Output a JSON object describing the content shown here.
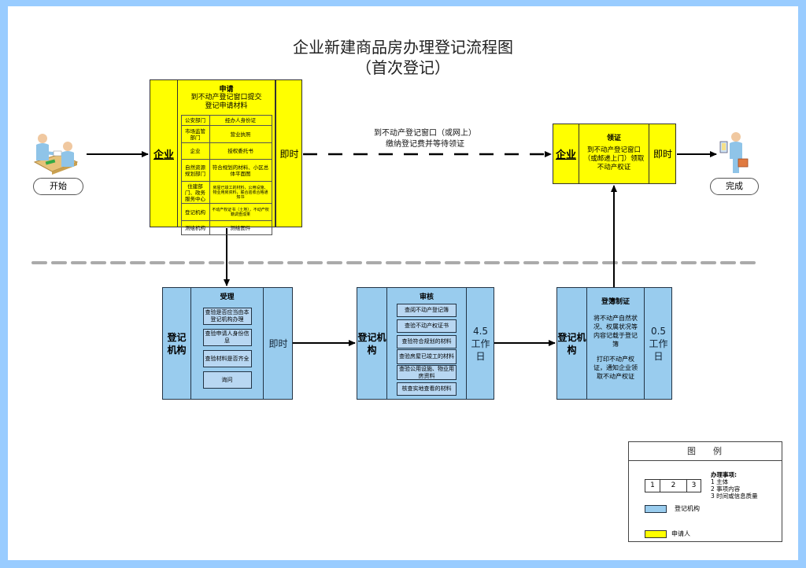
{
  "title": {
    "line1": "企业新建商品房办理登记流程图",
    "line2": "（首次登记）"
  },
  "start": {
    "label": "开始",
    "icon": "meeting-people-icon"
  },
  "finish": {
    "label": "完成",
    "icon": "person-with-briefcase-icon"
  },
  "apply_step": {
    "actor": "企业",
    "title": "申请",
    "desc_line1": "到不动产登记窗口提交",
    "desc_line2": "登记申请材料",
    "time": "即时",
    "materials": [
      {
        "source": "公安部门",
        "item": "经办人身份证"
      },
      {
        "source": "市场监管部门",
        "item": "营业执照"
      },
      {
        "source": "企业",
        "item": "授权委托书"
      },
      {
        "source": "自然资源规划部门",
        "item": "符合规划的材料、小区总体平面图"
      },
      {
        "source": "住建部门、政务服务中心",
        "item": "房屋已竣工的材料，公用设施、物业用房资料，联合验收合格通知书"
      },
      {
        "source": "登记机构",
        "item": "不动产权证书（土地），不动产权籍调查成果"
      },
      {
        "source": "测绘机构",
        "item": "测绘图件"
      }
    ]
  },
  "pay_note": {
    "line1": "到不动产登记窗口（或网上）",
    "line2": "缴纳登记费并等待领证"
  },
  "collect_step": {
    "actor": "企业",
    "title": "领证",
    "desc": "到不动产登记窗口（或邮递上门）领取不动产权证",
    "time": "即时"
  },
  "accept_step": {
    "actor": "登记机构",
    "title": "受理",
    "time": "即时",
    "tasks": [
      "查验是否应当由本登记机构办理",
      "查验申请人身份信息",
      "查验材料是否齐全",
      "询问"
    ]
  },
  "review_step": {
    "actor": "登记机构",
    "title": "审核",
    "time": "4.5工作日",
    "tasks": [
      "查阅不动产登记簿",
      "查验不动产权证书",
      "查验符合规划的材料",
      "查验房屋已竣工的材料",
      "查验公用设施、物业用房资料",
      "核查实地查看的材料"
    ]
  },
  "register_step": {
    "actor": "登记机构",
    "title": "登簿制证",
    "desc1": "将不动产自然状况、权属状况等内容记载于登记簿",
    "desc2": "打印不动产权证，通知企业领取不动产权证",
    "time": "0.5工作日"
  },
  "legend": {
    "title": "图例",
    "cells": [
      "1",
      "2",
      "3"
    ],
    "items_title": "办理事项:",
    "items": [
      "1 主体",
      "2 事项内容",
      "3 时间或信息质量"
    ],
    "blue_label": "登记机构",
    "yellow_label": "申请人"
  },
  "colors": {
    "applicant": "#ffff00",
    "agency": "#99ccee",
    "frame": "#99ccff",
    "divider": "#aaaaaa"
  }
}
